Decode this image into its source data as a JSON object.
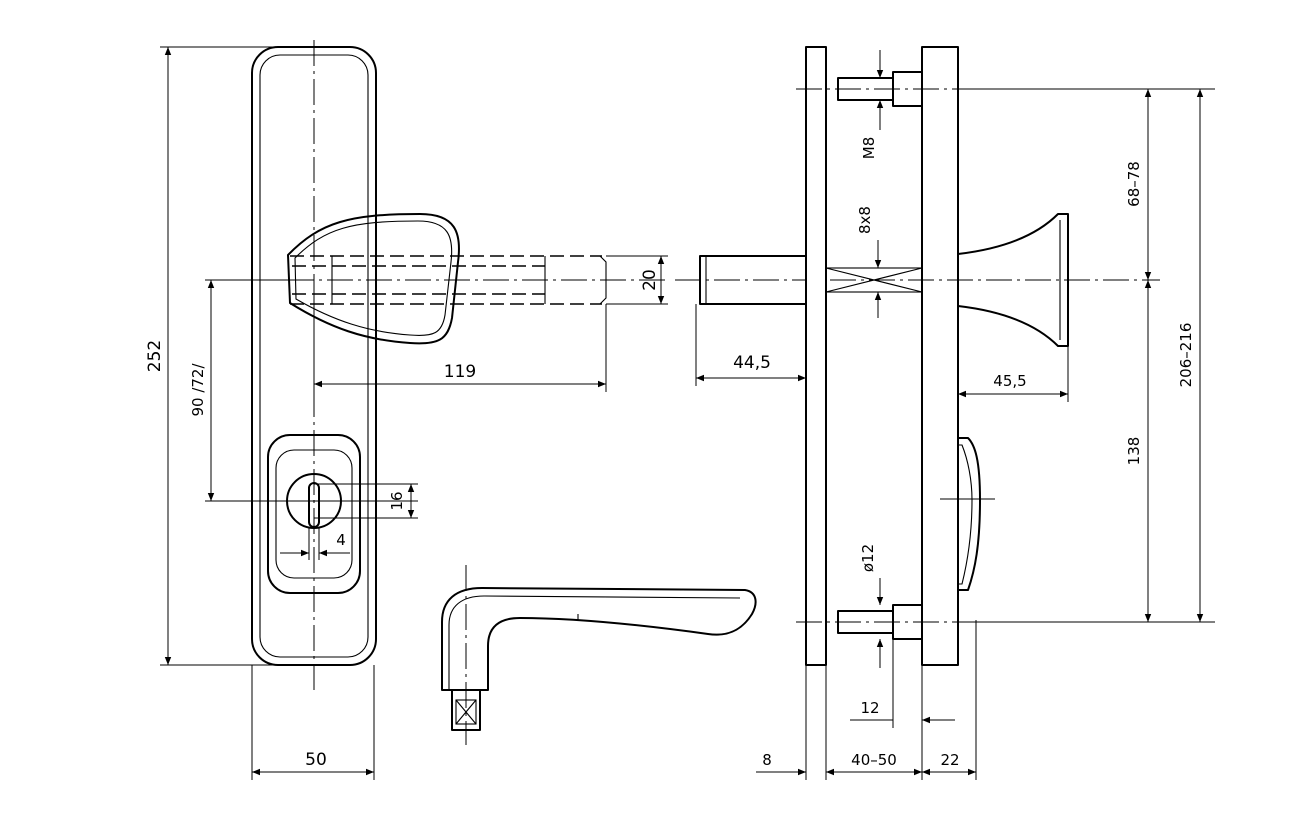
{
  "dimensions": {
    "height_total": "252",
    "bore_distance": "90 /72/",
    "plate_width": "50",
    "lever_length": "119",
    "rose_height": "20",
    "key_hole_height": "16",
    "key_slot_width": "4",
    "spindle_protrusion": "44,5",
    "knob_length": "45,5",
    "screw_thread": "M8",
    "spindle_square": "8x8",
    "screw_diameter": "ø12",
    "screw_offset": "12",
    "door_thickness_outer": "8",
    "door_thickness_range": "40–50",
    "inner_plate_thickness": "22",
    "upper_distance": "68–78",
    "lower_distance": "138",
    "overall_range": "206–216"
  }
}
